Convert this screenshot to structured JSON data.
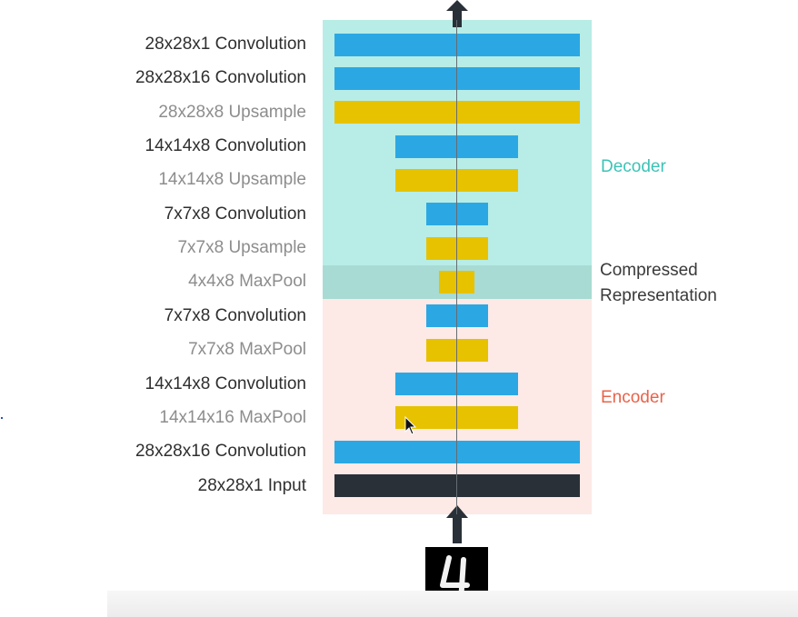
{
  "layers": [
    {
      "label": "28x28x1 Convolution",
      "kind": "conv",
      "tone": "dark",
      "width": 28
    },
    {
      "label": "28x28x16 Convolution",
      "kind": "conv",
      "tone": "dark",
      "width": 28
    },
    {
      "label": "28x28x8 Upsample",
      "kind": "upsample",
      "tone": "muted",
      "width": 28
    },
    {
      "label": "14x14x8 Convolution",
      "kind": "conv",
      "tone": "dark",
      "width": 14
    },
    {
      "label": "14x14x8 Upsample",
      "kind": "upsample",
      "tone": "muted",
      "width": 14
    },
    {
      "label": "7x7x8 Convolution",
      "kind": "conv",
      "tone": "dark",
      "width": 7
    },
    {
      "label": "7x7x8 Upsample",
      "kind": "upsample",
      "tone": "muted",
      "width": 7
    },
    {
      "label": "4x4x8 MaxPool",
      "kind": "maxpool",
      "tone": "muted",
      "width": 4
    },
    {
      "label": "7x7x8 Convolution",
      "kind": "conv",
      "tone": "dark",
      "width": 7
    },
    {
      "label": "7x7x8 MaxPool",
      "kind": "maxpool",
      "tone": "muted",
      "width": 7
    },
    {
      "label": "14x14x8 Convolution",
      "kind": "conv",
      "tone": "dark",
      "width": 14
    },
    {
      "label": "14x14x16 MaxPool",
      "kind": "maxpool",
      "tone": "muted",
      "width": 14
    },
    {
      "label": "28x28x16 Convolution",
      "kind": "conv",
      "tone": "dark",
      "width": 28
    },
    {
      "label": "28x28x1 Input",
      "kind": "io",
      "tone": "dark",
      "width": 28
    }
  ],
  "sections": {
    "decoder": "Decoder",
    "compressed_line1": "Compressed",
    "compressed_line2": "Representation",
    "encoder": "Encoder"
  },
  "input_digit": "4",
  "colors": {
    "conv": "#2ba8e4",
    "upsample": "#e7c200",
    "maxpool": "#e7c200",
    "io": "#2a3038",
    "decoder_region": "#b7ede6",
    "compressed_region": "#a8dbd3",
    "encoder_region": "#fde9e6",
    "decoder_text": "#3cc3b7",
    "encoder_text": "#e8634a",
    "compressed_text": "#3a3a3a",
    "label_dark": "#2f2f2f",
    "label_muted": "#8d8d8d",
    "arrow": "#2a3038"
  }
}
